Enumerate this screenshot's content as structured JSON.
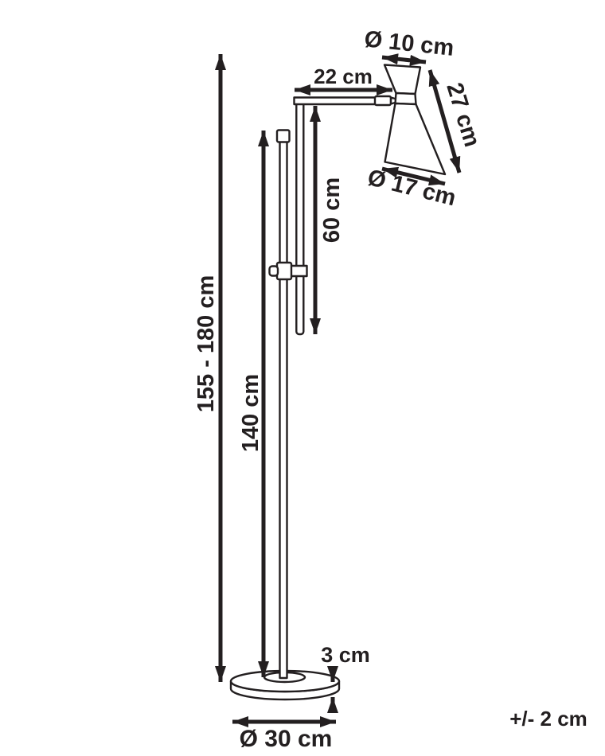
{
  "diagram_type": "floor-lamp dimension drawing",
  "colors": {
    "ink": "#231f20",
    "background": "#ffffff"
  },
  "labels": {
    "shade_top_diameter": "Ø 10 cm",
    "arm_length": "22 cm",
    "shade_height": "27 cm",
    "shade_bottom_diameter": "Ø 17 cm",
    "rod_length": "60 cm",
    "total_height_range": "155 - 180 cm",
    "pole_height": "140 cm",
    "base_thickness": "3 cm",
    "base_diameter": "Ø 30 cm",
    "tolerance": "+/- 2 cm"
  }
}
